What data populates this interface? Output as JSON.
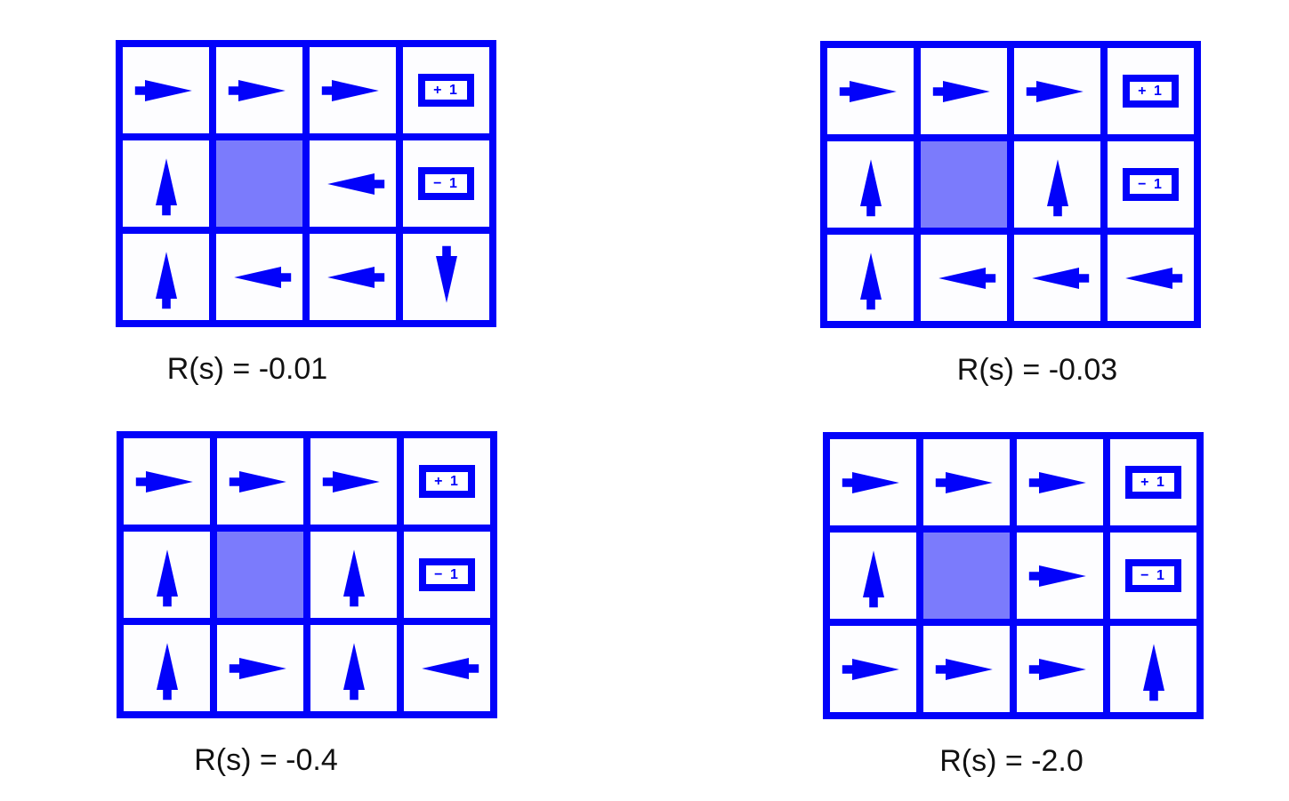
{
  "figure": {
    "description": "Gridworld optimal policies for four living-reward values",
    "rows": 3,
    "cols": 4
  },
  "colors": {
    "blue": "#0202fa",
    "wall": "#7b7bfc",
    "cell": "#fdfdff",
    "page": "#ffffff",
    "caption_text": "#111111"
  },
  "badges": {
    "plus": "+ 1",
    "minus": "− 1"
  },
  "grids": [
    {
      "caption": "R(s) = -0.01",
      "cells": [
        [
          "right",
          "right",
          "right",
          "plus"
        ],
        [
          "up",
          "wall",
          "left",
          "minus"
        ],
        [
          "up",
          "left",
          "left",
          "down"
        ]
      ]
    },
    {
      "caption": "R(s) = -0.03",
      "cells": [
        [
          "right",
          "right",
          "right",
          "plus"
        ],
        [
          "up",
          "wall",
          "up",
          "minus"
        ],
        [
          "up",
          "left",
          "left",
          "left"
        ]
      ]
    },
    {
      "caption": "R(s) = -0.4",
      "cells": [
        [
          "right",
          "right",
          "right",
          "plus"
        ],
        [
          "up",
          "wall",
          "up",
          "minus"
        ],
        [
          "up",
          "right",
          "up",
          "left"
        ]
      ]
    },
    {
      "caption": "R(s) = -2.0",
      "cells": [
        [
          "right",
          "right",
          "right",
          "plus"
        ],
        [
          "up",
          "wall",
          "right",
          "minus"
        ],
        [
          "right",
          "right",
          "right",
          "up"
        ]
      ]
    }
  ]
}
